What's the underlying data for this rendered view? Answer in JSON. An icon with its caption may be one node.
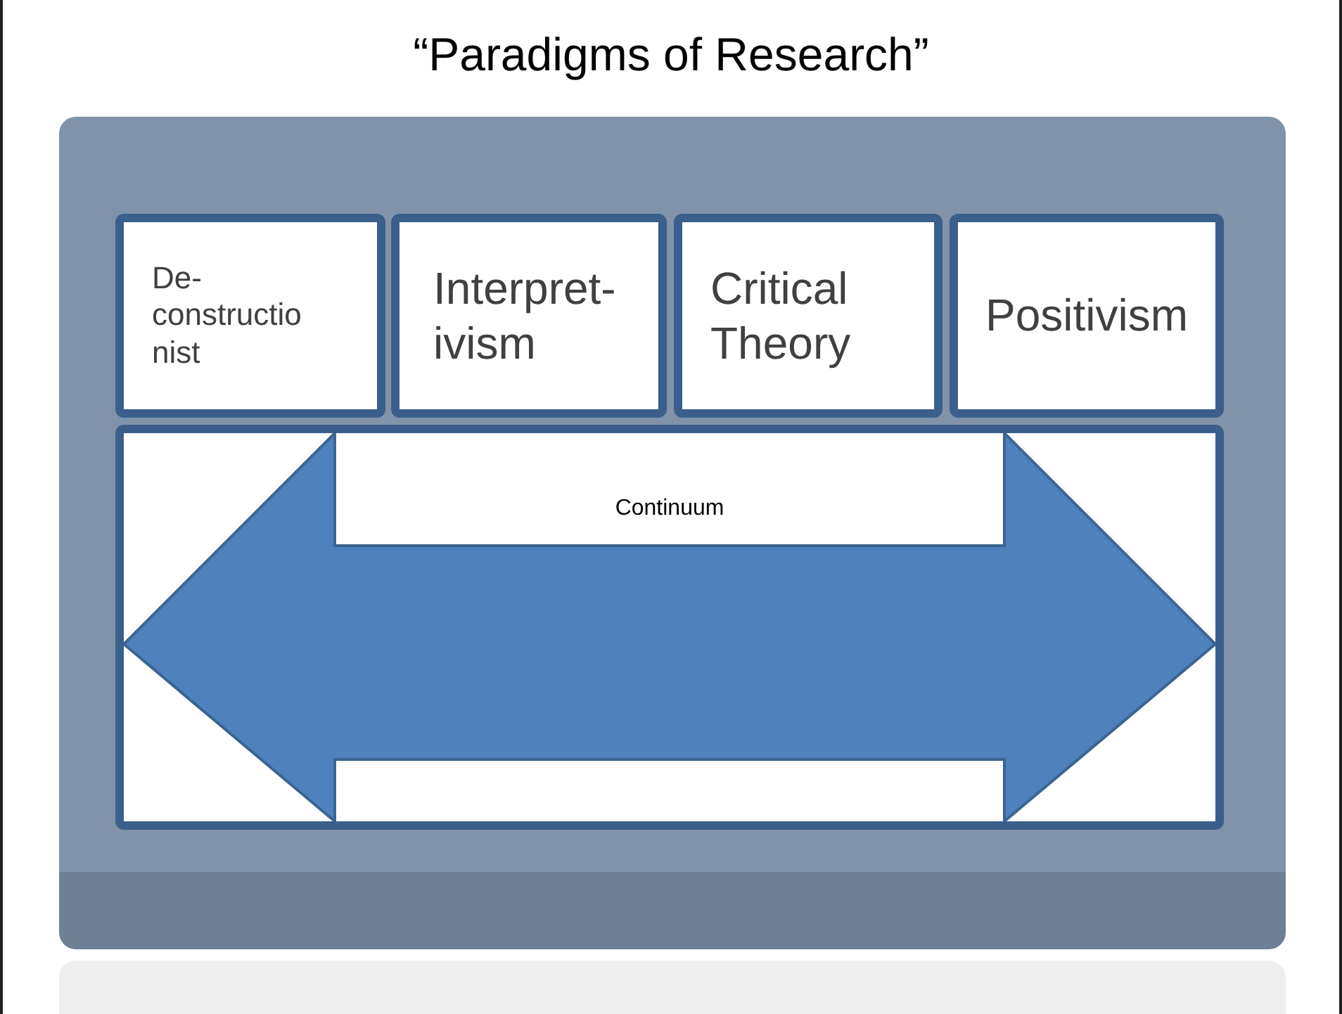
{
  "diagram": {
    "title": "“Paradigms of Research”",
    "nodes": [
      {
        "text": [],
        "shape": "box"
      },
      {
        "text": [
          "De-constructionist"
        ],
        "in": 0
      },
      {
        "text": [
          "Interpret-ivism"
        ],
        "in": 0
      },
      {
        "text": [
          "Critical Theory"
        ],
        "in": 0
      },
      {
        "text": [
          "Positivism"
        ],
        "in": 0
      },
      {
        "text": [],
        "shape": "box",
        "in": 0
      },
      {
        "text": [
          "Continuum"
        ],
        "in": 5
      }
    ]
  }
}
